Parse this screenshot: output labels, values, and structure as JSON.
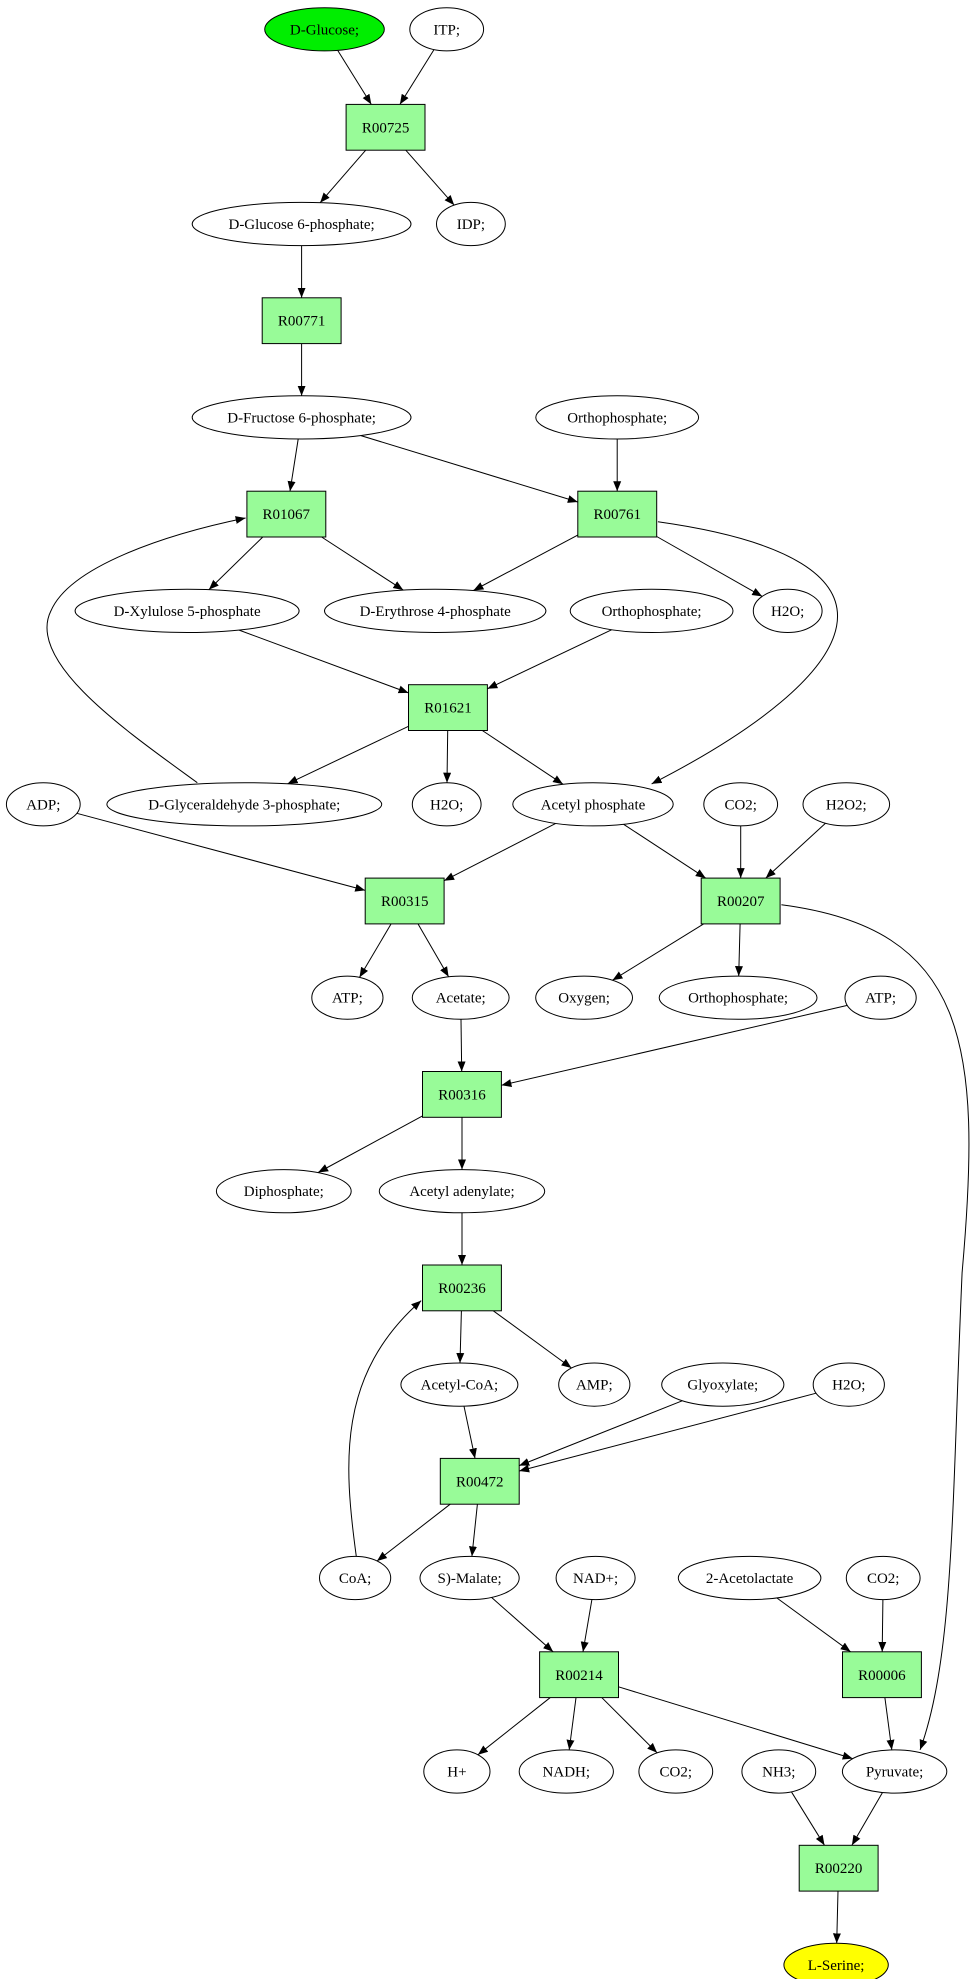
{
  "colors": {
    "reaction_fill": "#98fb98",
    "compound_fill": "#ffffff",
    "start_fill": "#00ee00",
    "end_fill": "#ffff00",
    "stroke": "#000000"
  },
  "nodes": [
    {
      "id": "glucose",
      "kind": "start",
      "label": "D-Glucose;"
    },
    {
      "id": "itp",
      "kind": "compound",
      "label": "ITP;"
    },
    {
      "id": "r00725",
      "kind": "reaction",
      "label": "R00725"
    },
    {
      "id": "g6p",
      "kind": "compound",
      "label": "D-Glucose 6-phosphate;"
    },
    {
      "id": "idp",
      "kind": "compound",
      "label": "IDP;"
    },
    {
      "id": "r00771",
      "kind": "reaction",
      "label": "R00771"
    },
    {
      "id": "f6p",
      "kind": "compound",
      "label": "D-Fructose 6-phosphate;"
    },
    {
      "id": "pi1",
      "kind": "compound",
      "label": "Orthophosphate;"
    },
    {
      "id": "r01067",
      "kind": "reaction",
      "label": "R01067"
    },
    {
      "id": "r00761",
      "kind": "reaction",
      "label": "R00761"
    },
    {
      "id": "xu5p",
      "kind": "compound",
      "label": "D-Xylulose 5-phosphate"
    },
    {
      "id": "e4p",
      "kind": "compound",
      "label": "D-Erythrose 4-phosphate"
    },
    {
      "id": "pi2",
      "kind": "compound",
      "label": "Orthophosphate;"
    },
    {
      "id": "h2o1",
      "kind": "compound",
      "label": "H2O;"
    },
    {
      "id": "r01621",
      "kind": "reaction",
      "label": "R01621"
    },
    {
      "id": "adp",
      "kind": "compound",
      "label": "ADP;"
    },
    {
      "id": "g3p",
      "kind": "compound",
      "label": "D-Glyceraldehyde 3-phosphate;"
    },
    {
      "id": "h2o2",
      "kind": "compound",
      "label": "H2O;"
    },
    {
      "id": "acp",
      "kind": "compound",
      "label": "Acetyl phosphate"
    },
    {
      "id": "co2a",
      "kind": "compound",
      "label": "CO2;"
    },
    {
      "id": "h2o2b",
      "kind": "compound",
      "label": "H2O2;"
    },
    {
      "id": "r00315",
      "kind": "reaction",
      "label": "R00315"
    },
    {
      "id": "r00207",
      "kind": "reaction",
      "label": "R00207"
    },
    {
      "id": "atp1",
      "kind": "compound",
      "label": "ATP;"
    },
    {
      "id": "acetate",
      "kind": "compound",
      "label": "Acetate;"
    },
    {
      "id": "oxygen",
      "kind": "compound",
      "label": "Oxygen;"
    },
    {
      "id": "pi3",
      "kind": "compound",
      "label": "Orthophosphate;"
    },
    {
      "id": "atp2",
      "kind": "compound",
      "label": "ATP;"
    },
    {
      "id": "r00316",
      "kind": "reaction",
      "label": "R00316"
    },
    {
      "id": "ppi",
      "kind": "compound",
      "label": "Diphosphate;"
    },
    {
      "id": "acad",
      "kind": "compound",
      "label": "Acetyl adenylate;"
    },
    {
      "id": "r00236",
      "kind": "reaction",
      "label": "R00236"
    },
    {
      "id": "accoa",
      "kind": "compound",
      "label": "Acetyl-CoA;"
    },
    {
      "id": "amp",
      "kind": "compound",
      "label": "AMP;"
    },
    {
      "id": "glyox",
      "kind": "compound",
      "label": "Glyoxylate;"
    },
    {
      "id": "h2o3",
      "kind": "compound",
      "label": "H2O;"
    },
    {
      "id": "r00472",
      "kind": "reaction",
      "label": "R00472"
    },
    {
      "id": "coa",
      "kind": "compound",
      "label": "CoA;"
    },
    {
      "id": "malate",
      "kind": "compound",
      "label": "S)-Malate;"
    },
    {
      "id": "nad",
      "kind": "compound",
      "label": "NAD+;"
    },
    {
      "id": "acl",
      "kind": "compound",
      "label": "2-Acetolactate"
    },
    {
      "id": "co2b",
      "kind": "compound",
      "label": "CO2;"
    },
    {
      "id": "r00214",
      "kind": "reaction",
      "label": "R00214"
    },
    {
      "id": "r00006",
      "kind": "reaction",
      "label": "R00006"
    },
    {
      "id": "hplus",
      "kind": "compound",
      "label": "H+"
    },
    {
      "id": "nadh",
      "kind": "compound",
      "label": "NADH;"
    },
    {
      "id": "co2c",
      "kind": "compound",
      "label": "CO2;"
    },
    {
      "id": "nh3",
      "kind": "compound",
      "label": "NH3;"
    },
    {
      "id": "pyruvate",
      "kind": "compound",
      "label": "Pyruvate;"
    },
    {
      "id": "r00220",
      "kind": "reaction",
      "label": "R00220"
    },
    {
      "id": "serine",
      "kind": "end",
      "label": "L-Serine;"
    }
  ],
  "edges": [
    [
      "glucose",
      "r00725"
    ],
    [
      "itp",
      "r00725"
    ],
    [
      "r00725",
      "g6p"
    ],
    [
      "r00725",
      "idp"
    ],
    [
      "g6p",
      "r00771"
    ],
    [
      "r00771",
      "f6p"
    ],
    [
      "f6p",
      "r01067"
    ],
    [
      "f6p",
      "r00761"
    ],
    [
      "pi1",
      "r00761"
    ],
    [
      "r01067",
      "xu5p"
    ],
    [
      "r01067",
      "e4p"
    ],
    [
      "r00761",
      "e4p"
    ],
    [
      "r00761",
      "h2o1"
    ],
    [
      "r00761",
      "acp"
    ],
    [
      "xu5p",
      "r01621"
    ],
    [
      "pi2",
      "r01621"
    ],
    [
      "r01621",
      "g3p"
    ],
    [
      "r01621",
      "h2o2"
    ],
    [
      "r01621",
      "acp"
    ],
    [
      "g3p",
      "r01067"
    ],
    [
      "adp",
      "r00315"
    ],
    [
      "acp",
      "r00315"
    ],
    [
      "acp",
      "r00207"
    ],
    [
      "co2a",
      "r00207"
    ],
    [
      "h2o2b",
      "r00207"
    ],
    [
      "r00315",
      "atp1"
    ],
    [
      "r00315",
      "acetate"
    ],
    [
      "r00207",
      "oxygen"
    ],
    [
      "r00207",
      "pi3"
    ],
    [
      "r00207",
      "pyruvate"
    ],
    [
      "acetate",
      "r00316"
    ],
    [
      "atp2",
      "r00316"
    ],
    [
      "r00316",
      "ppi"
    ],
    [
      "r00316",
      "acad"
    ],
    [
      "acad",
      "r00236"
    ],
    [
      "r00236",
      "accoa"
    ],
    [
      "r00236",
      "amp"
    ],
    [
      "accoa",
      "r00472"
    ],
    [
      "glyox",
      "r00472"
    ],
    [
      "h2o3",
      "r00472"
    ],
    [
      "r00472",
      "coa"
    ],
    [
      "r00472",
      "malate"
    ],
    [
      "coa",
      "r00236"
    ],
    [
      "malate",
      "r00214"
    ],
    [
      "nad",
      "r00214"
    ],
    [
      "acl",
      "r00006"
    ],
    [
      "co2b",
      "r00006"
    ],
    [
      "r00214",
      "hplus"
    ],
    [
      "r00214",
      "nadh"
    ],
    [
      "r00214",
      "co2c"
    ],
    [
      "r00214",
      "pyruvate"
    ],
    [
      "r00006",
      "pyruvate"
    ],
    [
      "nh3",
      "r00220"
    ],
    [
      "pyruvate",
      "r00220"
    ],
    [
      "r00220",
      "serine"
    ]
  ]
}
